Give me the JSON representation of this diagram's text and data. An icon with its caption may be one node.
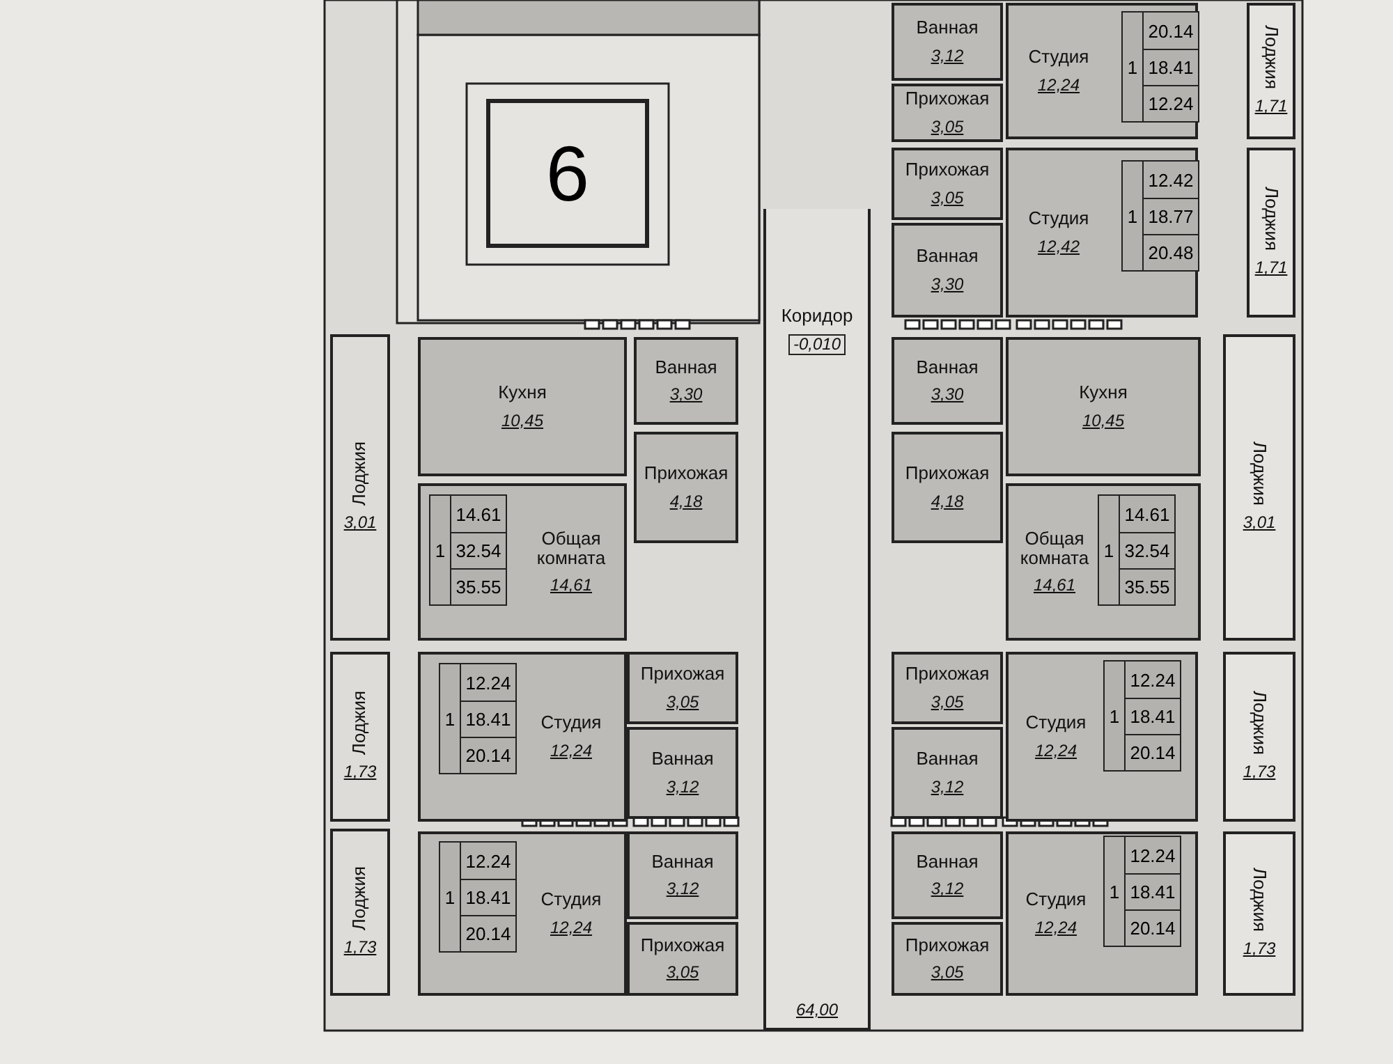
{
  "diagram": {
    "nodes": [
      {
        "text": [
          "6"
        ]
      },
      {
        "text": [
          "Коридор",
          "-0,010",
          "64,00"
        ]
      },
      {
        "text": [
          "Лоджия",
          "3,01"
        ]
      },
      {
        "text": [
          "Кухня",
          "10,45"
        ]
      },
      {
        "text": [
          "Ванная",
          "3,30"
        ]
      },
      {
        "text": [
          "Прихожая",
          "4,18"
        ]
      },
      {
        "text": [
          "Общая комната",
          "14,61"
        ]
      },
      {
        "text": [
          "Лоджия",
          "1,73"
        ]
      },
      {
        "text": [
          "Студия",
          "12,24"
        ]
      },
      {
        "text": [
          "Прихожая",
          "3,05"
        ]
      },
      {
        "text": [
          "Ванная",
          "3,12"
        ]
      },
      {
        "text": [
          "Лоджия",
          "1,73"
        ]
      },
      {
        "text": [
          "Студия",
          "12,24"
        ]
      },
      {
        "text": [
          "Ванная",
          "3,12"
        ]
      },
      {
        "text": [
          "Прихожая",
          "3,05"
        ]
      },
      {
        "text": [
          "Ванная",
          "3,12"
        ]
      },
      {
        "text": [
          "Прихожая",
          "3,05"
        ]
      },
      {
        "text": [
          "Студия",
          "12,24"
        ]
      },
      {
        "text": [
          "Лоджия",
          "1,71"
        ]
      },
      {
        "text": [
          "Прихожая",
          "3,05"
        ]
      },
      {
        "text": [
          "Ванная",
          "3,30"
        ]
      },
      {
        "text": [
          "Студия",
          "12,42"
        ]
      },
      {
        "text": [
          "Лоджия",
          "1,71"
        ]
      },
      {
        "text": [
          "Ванная",
          "3,30"
        ]
      },
      {
        "text": [
          "Кухня",
          "10,45"
        ]
      },
      {
        "text": [
          "Прихожая",
          "4,18"
        ]
      },
      {
        "text": [
          "Общая комната",
          "14,61"
        ]
      },
      {
        "text": [
          "Лоджия",
          "3,01"
        ]
      },
      {
        "text": [
          "Прихожая",
          "3,05"
        ]
      },
      {
        "text": [
          "Ванная",
          "3,12"
        ]
      },
      {
        "text": [
          "Студия",
          "12,24"
        ]
      },
      {
        "text": [
          "Лоджия",
          "1,73"
        ]
      },
      {
        "text": [
          "Ванная",
          "3,12"
        ]
      },
      {
        "text": [
          "Прихожая",
          "3,05"
        ]
      },
      {
        "text": [
          "Студия",
          "12,24"
        ]
      },
      {
        "text": [
          "Лоджия",
          "1,73"
        ]
      }
    ],
    "labels": [
      "20.14",
      "1",
      "18.41",
      "12.24",
      "12.42",
      "1",
      "18.77",
      "20.48",
      "14.61",
      "1",
      "32.54",
      "35.55",
      "14.61",
      "1",
      "32.54",
      "35.55",
      "12.24",
      "1",
      "18.41",
      "20.14",
      "12.24",
      "1",
      "18.41",
      "20.14",
      "12.24",
      "1",
      "18.41",
      "20.14",
      "12.24",
      "1",
      "18.41",
      "20.14"
    ]
  }
}
